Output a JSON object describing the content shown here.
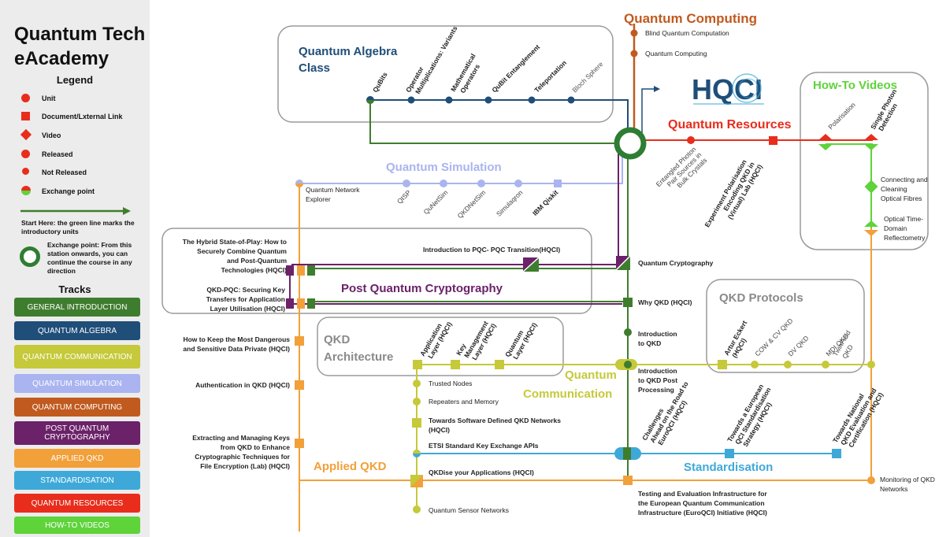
{
  "app_title": "Quantum Tech eAcademy",
  "legend": {
    "title": "Legend",
    "items": [
      {
        "icon": "circle",
        "label": "Unit"
      },
      {
        "icon": "square",
        "label": "Document/Lxternal Link"
      },
      {
        "icon": "diamond",
        "label": "Video"
      },
      {
        "icon": "circle",
        "label": "Released"
      },
      {
        "icon": "circle",
        "label": "Not Released"
      },
      {
        "icon": "exchange",
        "label": "Exchange point"
      }
    ],
    "start_here": "Start Here: the green line marks the introductory units",
    "exchange_note": "Exchange point: From this station onwards, you can continue the course in any direction"
  },
  "tracks": {
    "title": "Tracks",
    "items": [
      {
        "label": "GENERAL INTRODUCTION",
        "color": "#3f7d2e"
      },
      {
        "label": "QUANTUM ALGEBRA",
        "color": "#1f4e79"
      },
      {
        "label": "QUANTUM COMMUNICATION",
        "color": "#c5c93a"
      },
      {
        "label": "QUANTUM SIMULATION",
        "color": "#a9b4f0"
      },
      {
        "label": "QUANTUM COMPUTING",
        "color": "#c05a1f"
      },
      {
        "label": "POST QUANTUM CRYPTOGRAPHY",
        "color": "#6b2269"
      },
      {
        "label": "APPLIED QKD",
        "color": "#f2a03a"
      },
      {
        "label": "STANDARDISATION",
        "color": "#3ea9d8"
      },
      {
        "label": "QUANTUM RESOURCES",
        "color": "#e82d1c"
      },
      {
        "label": "HOW-TO VIDEOS",
        "color": "#5ed33a"
      }
    ]
  },
  "colors": {
    "general": "#3f7d2e",
    "algebra": "#1f4e79",
    "communication": "#c5c93a",
    "simulation": "#a9b4f0",
    "computing": "#c05a1f",
    "pqc": "#6b2269",
    "applied": "#f2a03a",
    "standardisation": "#3ea9d8",
    "resources": "#e82d1c",
    "howto": "#5ed33a"
  },
  "lines": {
    "quantum_computing": {
      "title": "Quantum Computing",
      "stations": [
        "Blind Quantum Computation",
        "Quantum Computing"
      ]
    },
    "quantum_algebra": {
      "title": "Quantum Algebra Class",
      "stations": [
        "QuBits",
        "Operator Multiplications: Variants",
        "Mathematical Operators",
        "QuBit Entanglement",
        "Teleportation",
        "Bloch Sphere"
      ]
    },
    "hqci_logo": "HQCI",
    "quantum_resources": {
      "title": "Quantum Resources",
      "stations": [
        "Entangled Photon Pair Sources in Bulk Crystals",
        "Experiment Polarisation Encoding QKD in (Virtual) Lab (HQCI)"
      ]
    },
    "howto": {
      "title": "How-To Videos",
      "stations": [
        "Polarisation",
        "Single Photon Detection",
        "Connecting and Cleaning Optical Fibres",
        "Optical Time-Domain Reflectometry"
      ]
    },
    "quantum_simulation": {
      "title": "Quantum Simulation",
      "stations": [
        "Quantum Network Explorer",
        "QISP",
        "QuNetSim",
        "QKDNetSim",
        "Simulaqron",
        "IBM Qiskit"
      ]
    },
    "pqc": {
      "title": "Post Quantum Cryptography",
      "stations": [
        "The Hybrid State-of-Play: How to Securely Combine Quantum and Post-Quantum Technologies (HQCI)",
        "Introduction to PQC- PQC Transition(HQCI)",
        "Quantum Cryptography",
        "QKD-PQC: Securing Key Transfers for Application Layer Utilisation (HQCI)"
      ]
    },
    "general": {
      "stations": [
        "Why QKD (HQCI)",
        "Introduction to QKD",
        "Introduction to QKD Post Processing",
        "Challenges Ahead on the Road to EuroQCI (HQCI)"
      ]
    },
    "qkd_protocols": {
      "title": "QKD Protocols",
      "stations": [
        "Artur Eckert (HQCI)",
        "COW & CV QKD",
        "DV QKD",
        "MDI QKD",
        "TwinField QKD"
      ]
    },
    "qkd_architecture": {
      "title": "QKD Architecture",
      "stations": [
        "Application Layer (HQCI)",
        "Key Management Layer (HQCI)",
        "Quantum Layer (HQCI)"
      ]
    },
    "quantum_communication": {
      "title": "Quantum Communication",
      "stations": [
        "Trusted Nodes",
        "Repeaters and Memory",
        "Towards Software Defined QKD Networks (HQCI)",
        "ETSI Standard Key Exchange APIs",
        "QKDise your Applications (HQCI)",
        "Quantum Sensor Networks"
      ]
    },
    "applied_qkd": {
      "title": "Applied QKD",
      "stations": [
        "How to Keep the Most Dangerous and Sensitive Data Private (HQCI)",
        "Authentication in QKD (HQCI)",
        "Extracting and Managing Keys from QKD to Enhance Cryptographic Techniques for File Encryption (Lab) (HQCI)",
        "Testing and Evaluation Infrastructure for the European Quantum Communication Infrastructure (EuroQCI) Initiative (HQCI)",
        "Monitoring of QKD Networks"
      ]
    },
    "standardisation": {
      "title": "Standardisation",
      "stations": [
        "Towards a European QCI Standardisation Strategy (HQCI)",
        "Towards National QKD Evaluation and Certification (HQCI)"
      ]
    }
  }
}
